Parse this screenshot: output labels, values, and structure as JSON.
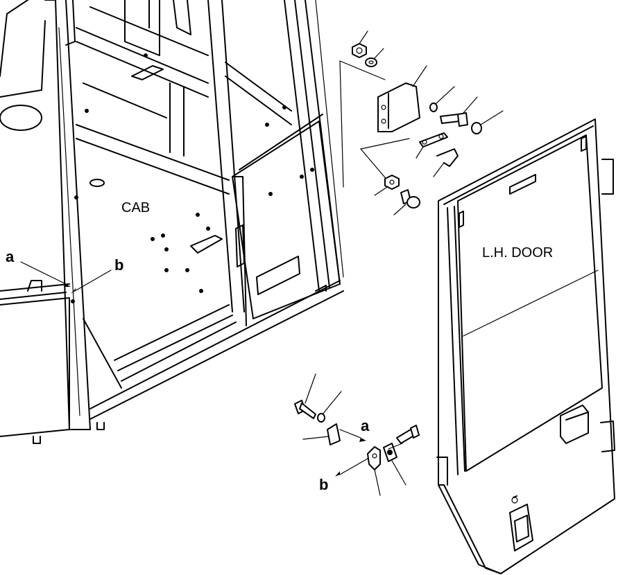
{
  "labels": {
    "cab": "CAB",
    "door": "L.H. DOOR",
    "a_left": "a",
    "b_left": "b",
    "a_right": "a",
    "b_right": "b"
  }
}
